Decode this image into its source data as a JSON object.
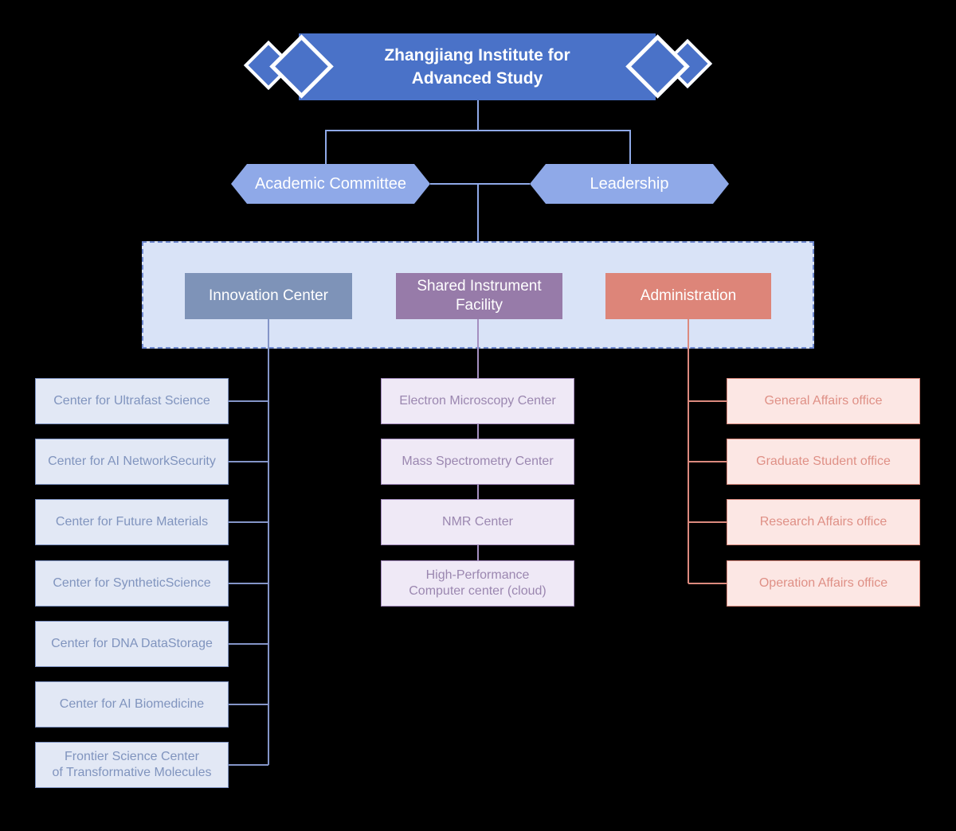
{
  "title": {
    "text": "Zhangjiang Institute for\nAdvanced Study"
  },
  "committees": [
    {
      "label": "Academic Committee"
    },
    {
      "label": "Leadership"
    }
  ],
  "divisions": [
    {
      "label": "Innovation Center",
      "color": "#7e93b8",
      "children": [
        "Center for Ultrafast Science",
        "Center for AI NetworkSecurity",
        "Center for Future Materials",
        "Center for SyntheticScience",
        "Center for DNA DataStorage",
        "Center for AI Biomedicine",
        "Frontier Science Center\nof Transformative Molecules"
      ]
    },
    {
      "label": "Shared Instrument\nFacility",
      "color": "#977ba9",
      "children": [
        "Electron Microscopy Center",
        "Mass Spectrometry Center",
        "NMR Center",
        "High-Performance\nComputer center (cloud)"
      ]
    },
    {
      "label": "Administration",
      "color": "#dd8579",
      "children": [
        "General Affairs office",
        "Graduate Student office",
        "Research Affairs office",
        "Operation Affairs office"
      ]
    }
  ],
  "palette": {
    "background": "#000000",
    "banner_blue": "#4a72c8",
    "hexagon_blue": "#8fa9e8",
    "connector_blue": "#8fa9e8",
    "container_fill": "#d9e3f7",
    "container_border": "#6e88cf",
    "innovation_trunk": "#8495c8",
    "shared_trunk": "#a48fc0",
    "admin_trunk": "#dc8a7e",
    "child_blue_fill": "#e2e8f5",
    "child_blue_text": "#8094be",
    "child_purple_fill": "#efe9f6",
    "child_purple_text": "#9b87b0",
    "child_pink_fill": "#fce7e4",
    "child_pink_text": "#df9086"
  }
}
